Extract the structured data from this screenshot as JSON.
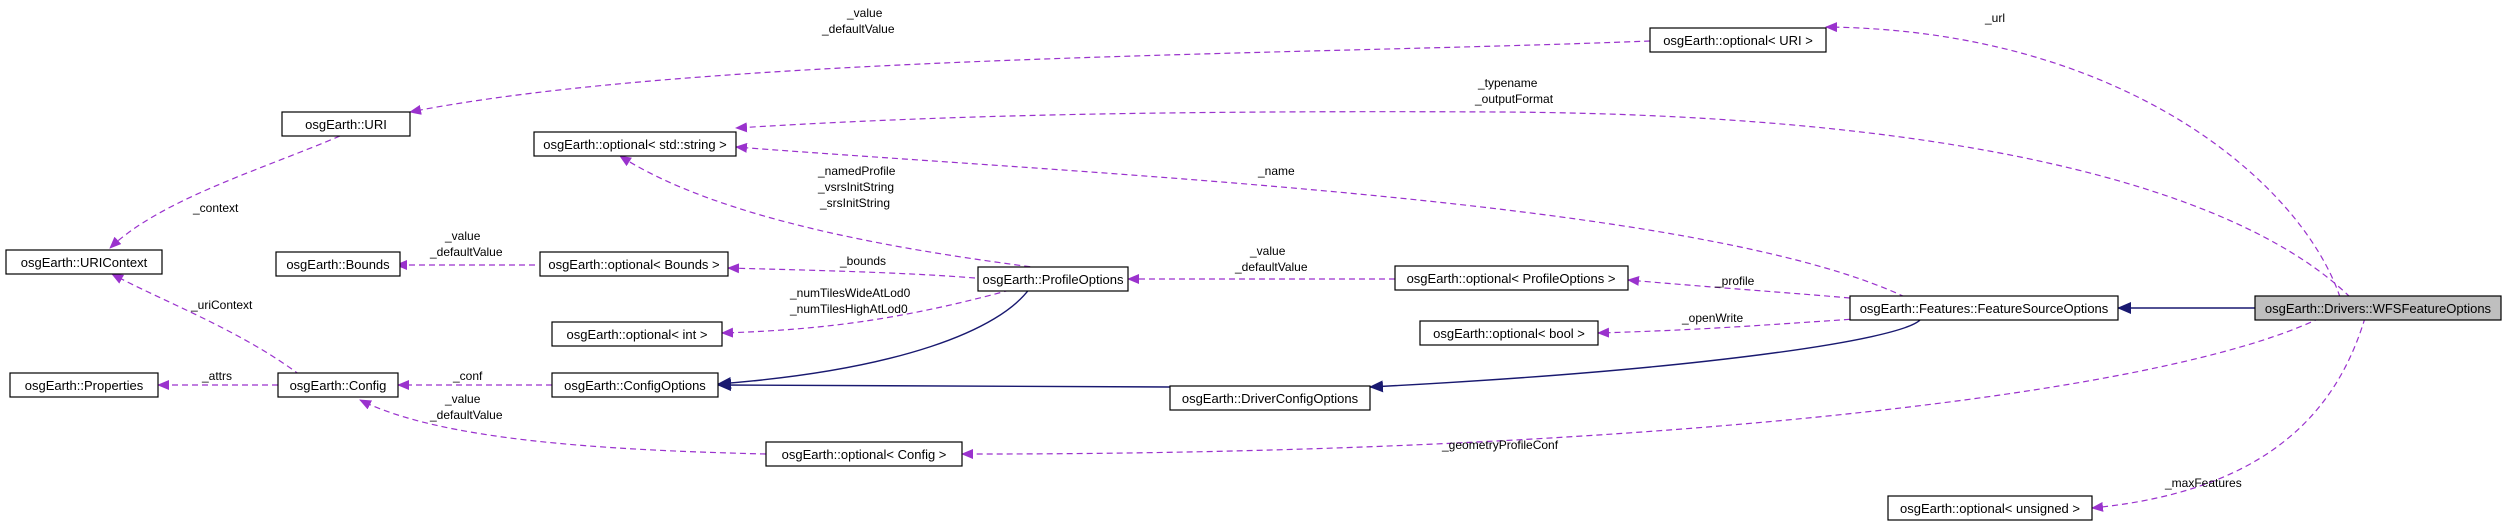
{
  "nodes": {
    "wfs": "osgEarth::Drivers::WFSFeatureOptions",
    "fso": "osgEarth::Features::FeatureSourceOptions",
    "opt_uri": "osgEarth::optional< URI >",
    "uri": "osgEarth::URI",
    "opt_string": "osgEarth::optional< std::string >",
    "uricontext": "osgEarth::URIContext",
    "bounds": "osgEarth::Bounds",
    "opt_bounds": "osgEarth::optional< Bounds >",
    "profileopts": "osgEarth::ProfileOptions",
    "opt_profile": "osgEarth::optional< ProfileOptions >",
    "opt_int": "osgEarth::optional< int >",
    "opt_bool": "osgEarth::optional< bool >",
    "properties": "osgEarth::Properties",
    "config": "osgEarth::Config",
    "configopts": "osgEarth::ConfigOptions",
    "driverconfig": "osgEarth::DriverConfigOptions",
    "opt_config": "osgEarth::optional< Config >",
    "opt_unsigned": "osgEarth::optional< unsigned >"
  },
  "edge_labels": {
    "url": "_url",
    "value_uri_1": "_value",
    "value_uri_2": "_defaultValue",
    "typename_1": "_typename",
    "typename_2": "_outputFormat",
    "context": "_context",
    "name": "_name",
    "named_1": "_namedProfile",
    "named_2": "_vsrsInitString",
    "named_3": "_srsInitString",
    "value_bounds_1": "_value",
    "value_bounds_2": "_defaultValue",
    "bounds": "_bounds",
    "value_prof_1": "_value",
    "value_prof_2": "_defaultValue",
    "profile": "_profile",
    "tiles_1": "_numTilesWideAtLod0",
    "tiles_2": "_numTilesHighAtLod0",
    "uricontext": "_uriContext",
    "openwrite": "_openWrite",
    "attrs": "_attrs",
    "conf": "_conf",
    "value_conf_1": "_value",
    "value_conf_2": "_defaultValue",
    "geometry": "_geometryProfileConf",
    "maxfeatures": "_maxFeatures"
  }
}
